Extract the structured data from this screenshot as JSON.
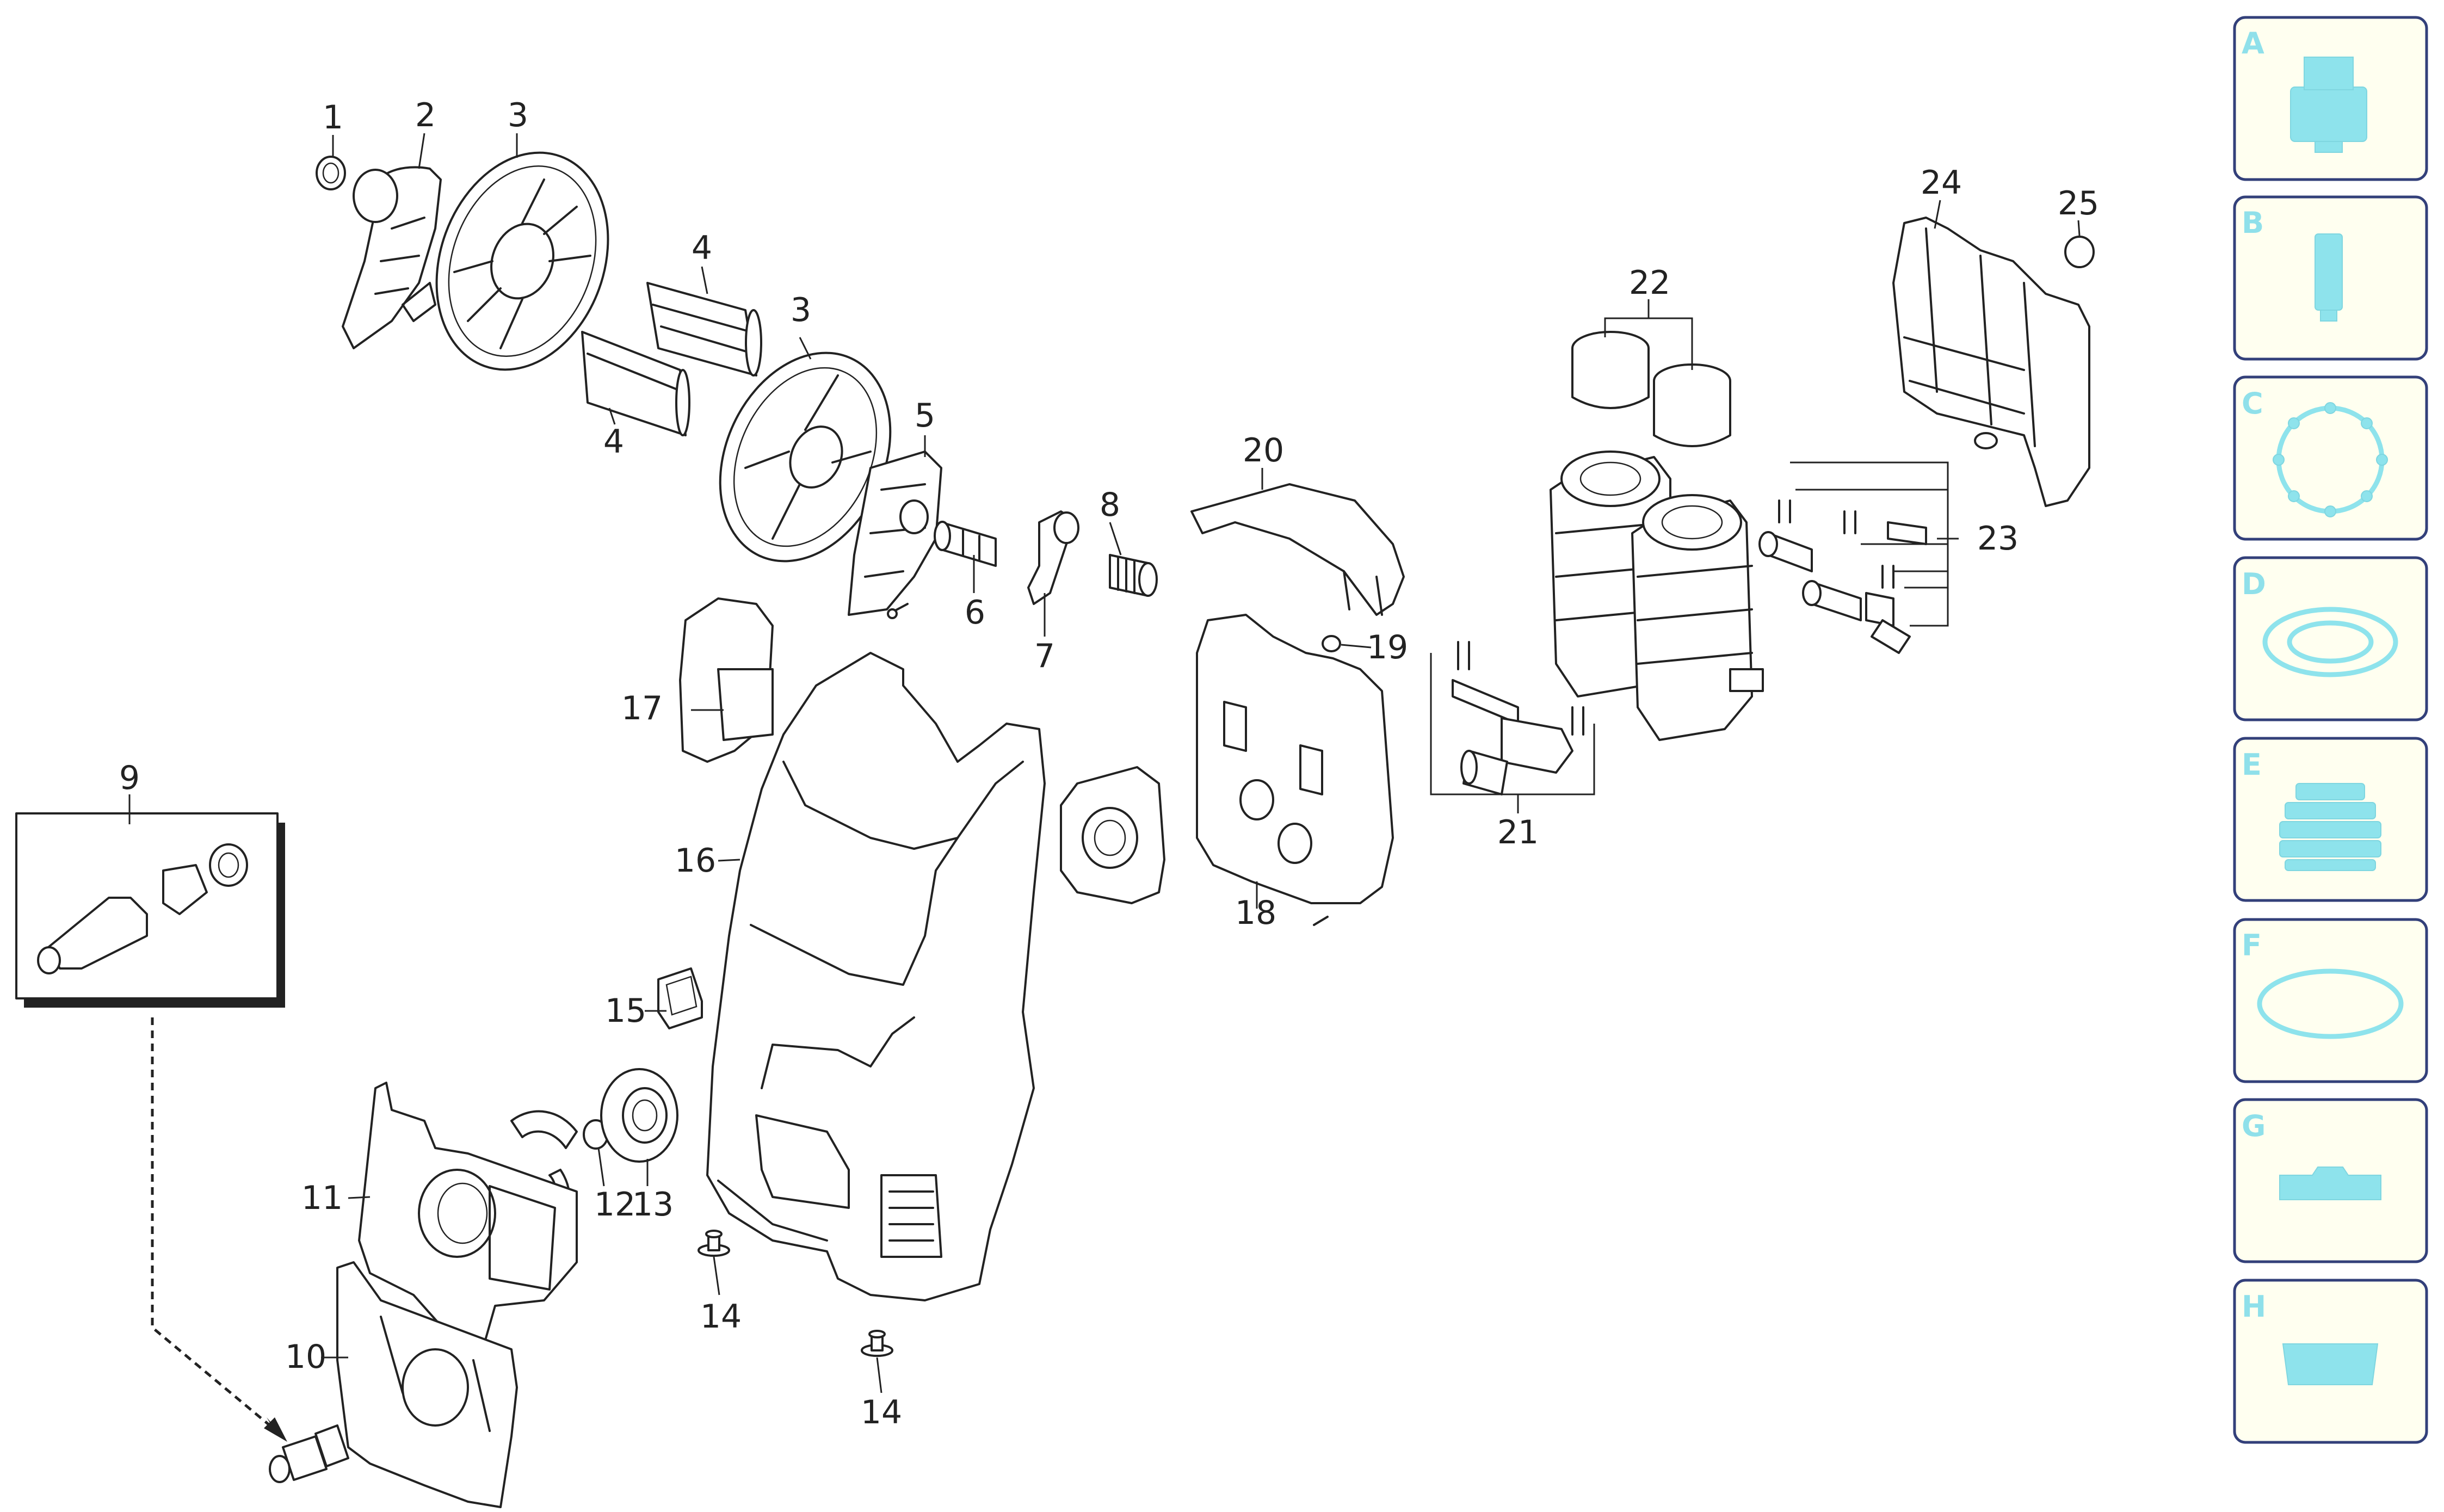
{
  "diagram": {
    "part_labels": [
      "1",
      "2",
      "3",
      "3",
      "4",
      "4",
      "5",
      "6",
      "7",
      "8",
      "9",
      "10",
      "11",
      "12",
      "13",
      "14",
      "14",
      "15",
      "16",
      "17",
      "18",
      "19",
      "20",
      "21",
      "22",
      "23",
      "24",
      "25"
    ]
  },
  "side_panel": {
    "items": [
      {
        "letter": "A",
        "icon": "cartridge-icon"
      },
      {
        "letter": "B",
        "icon": "filter-tube-icon"
      },
      {
        "letter": "C",
        "icon": "gear-ring-icon"
      },
      {
        "letter": "D",
        "icon": "flat-seal-icon"
      },
      {
        "letter": "E",
        "icon": "stacked-ring-icon"
      },
      {
        "letter": "F",
        "icon": "o-ring-icon"
      },
      {
        "letter": "G",
        "icon": "notched-block-icon"
      },
      {
        "letter": "H",
        "icon": "trapezoid-block-icon"
      }
    ],
    "colors": {
      "panel_bg": "#fffff0",
      "panel_border": "#33407a",
      "icon": "#8ee3ec"
    }
  }
}
